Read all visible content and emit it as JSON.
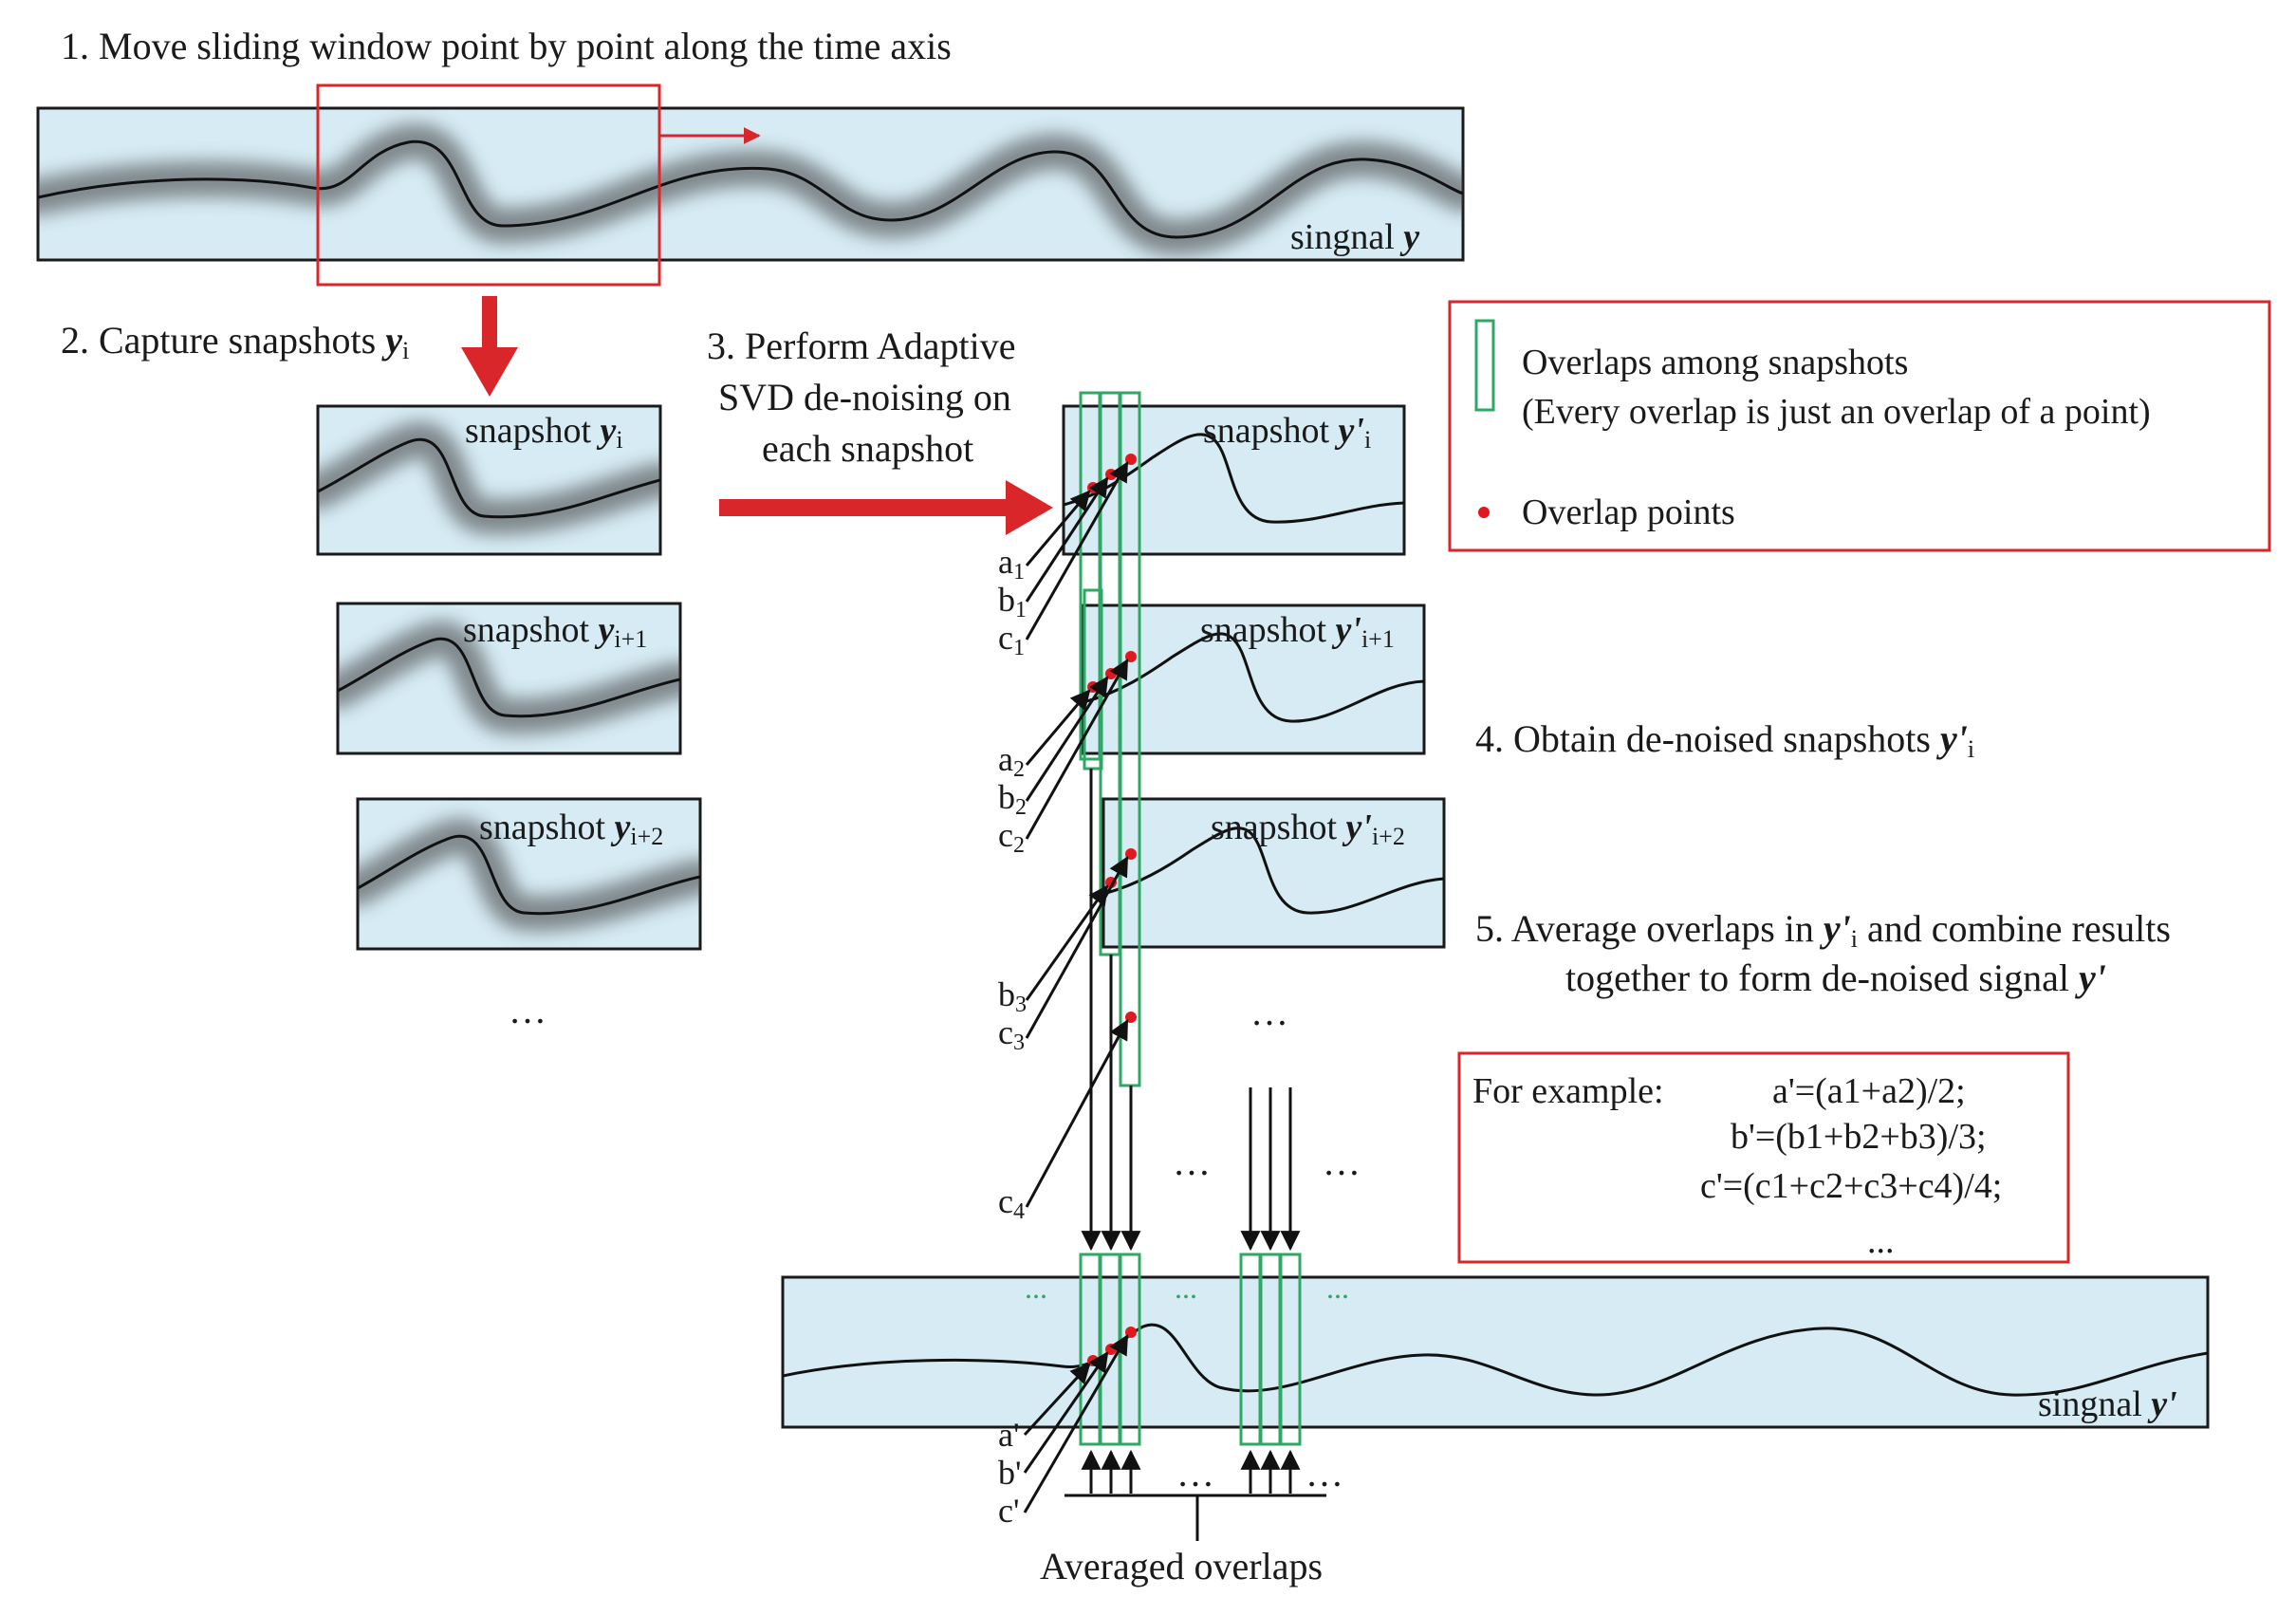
{
  "steps": {
    "s1": "1. Move sliding window point by point along the time axis",
    "s2": "2. Capture snapshots ",
    "s2_var": "y",
    "s2_sub": "i",
    "s3_l1": "3. Perform Adaptive",
    "s3_l2": "SVD de-noising on",
    "s3_l3": "each snapshot",
    "s4": "4. Obtain de-noised snapshots ",
    "s4_var": "y'",
    "s4_sub": "i",
    "s5_l1a": "5. Average overlaps in ",
    "s5_l1var": "y'",
    "s5_l1sub": "i",
    "s5_l1b": " and combine results",
    "s5_l2a": "together to form de-noised signal ",
    "s5_l2var": "y'"
  },
  "signals": {
    "top_label": "singnal ",
    "top_var": "y",
    "bottom_label": "singnal ",
    "bottom_var": "y'"
  },
  "snapshots": {
    "word": "snapshot ",
    "var": "y",
    "var_denoised": "y'",
    "sub_i": "i",
    "sub_i1": "i+1",
    "sub_i2": "i+2"
  },
  "ellipsis": "…",
  "ellipsis_small": "...",
  "labels": {
    "a": "a",
    "b": "b",
    "c": "c",
    "sub1": "1",
    "sub2": "2",
    "sub3": "3",
    "sub4": "4",
    "a_prime": "a'",
    "b_prime": "b'",
    "c_prime": "c'"
  },
  "legend": {
    "overlaps_l1": "Overlaps among snapshots",
    "overlaps_l2": "(Every overlap is just an overlap of a point)",
    "points": "Overlap points"
  },
  "example": {
    "lead": "For example:",
    "a_eq": "a'=(a1+a2)/2;",
    "b_eq": "b'=(b1+b2+b3)/3;",
    "c_eq": "c'=(c1+c2+c3+c4)/4;",
    "more": "..."
  },
  "averaged": "Averaged overlaps",
  "colors": {
    "panel": "#d6ebf4",
    "accent_red": "#d9262b",
    "overlap_green": "#2fa866",
    "point_red": "#e0191f"
  }
}
